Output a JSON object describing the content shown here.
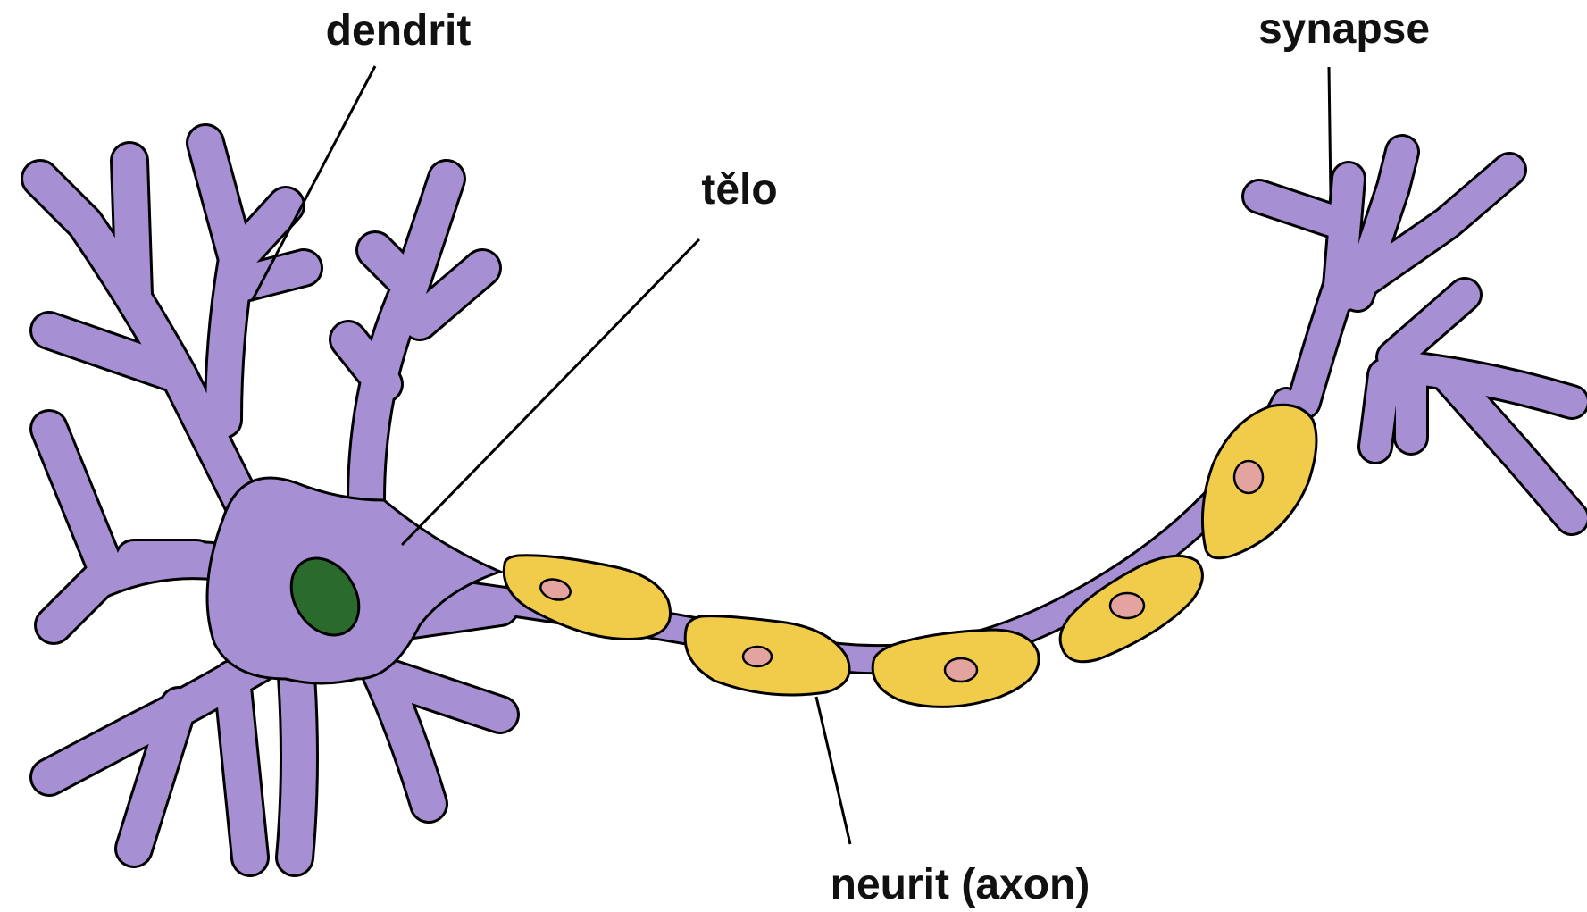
{
  "labels": {
    "dendrite": "dendrit",
    "body": "tělo",
    "synapse": "synapse",
    "axon": "neurit (axon)"
  },
  "colors": {
    "background": "#ffffff",
    "neuron": "#a78fd3",
    "outline": "#000000",
    "nucleus": "#2b6a2d",
    "myelin_sheath": "#f1cb4a",
    "schwann_nucleus": "#e3a4a0",
    "label_text": "#111111"
  }
}
